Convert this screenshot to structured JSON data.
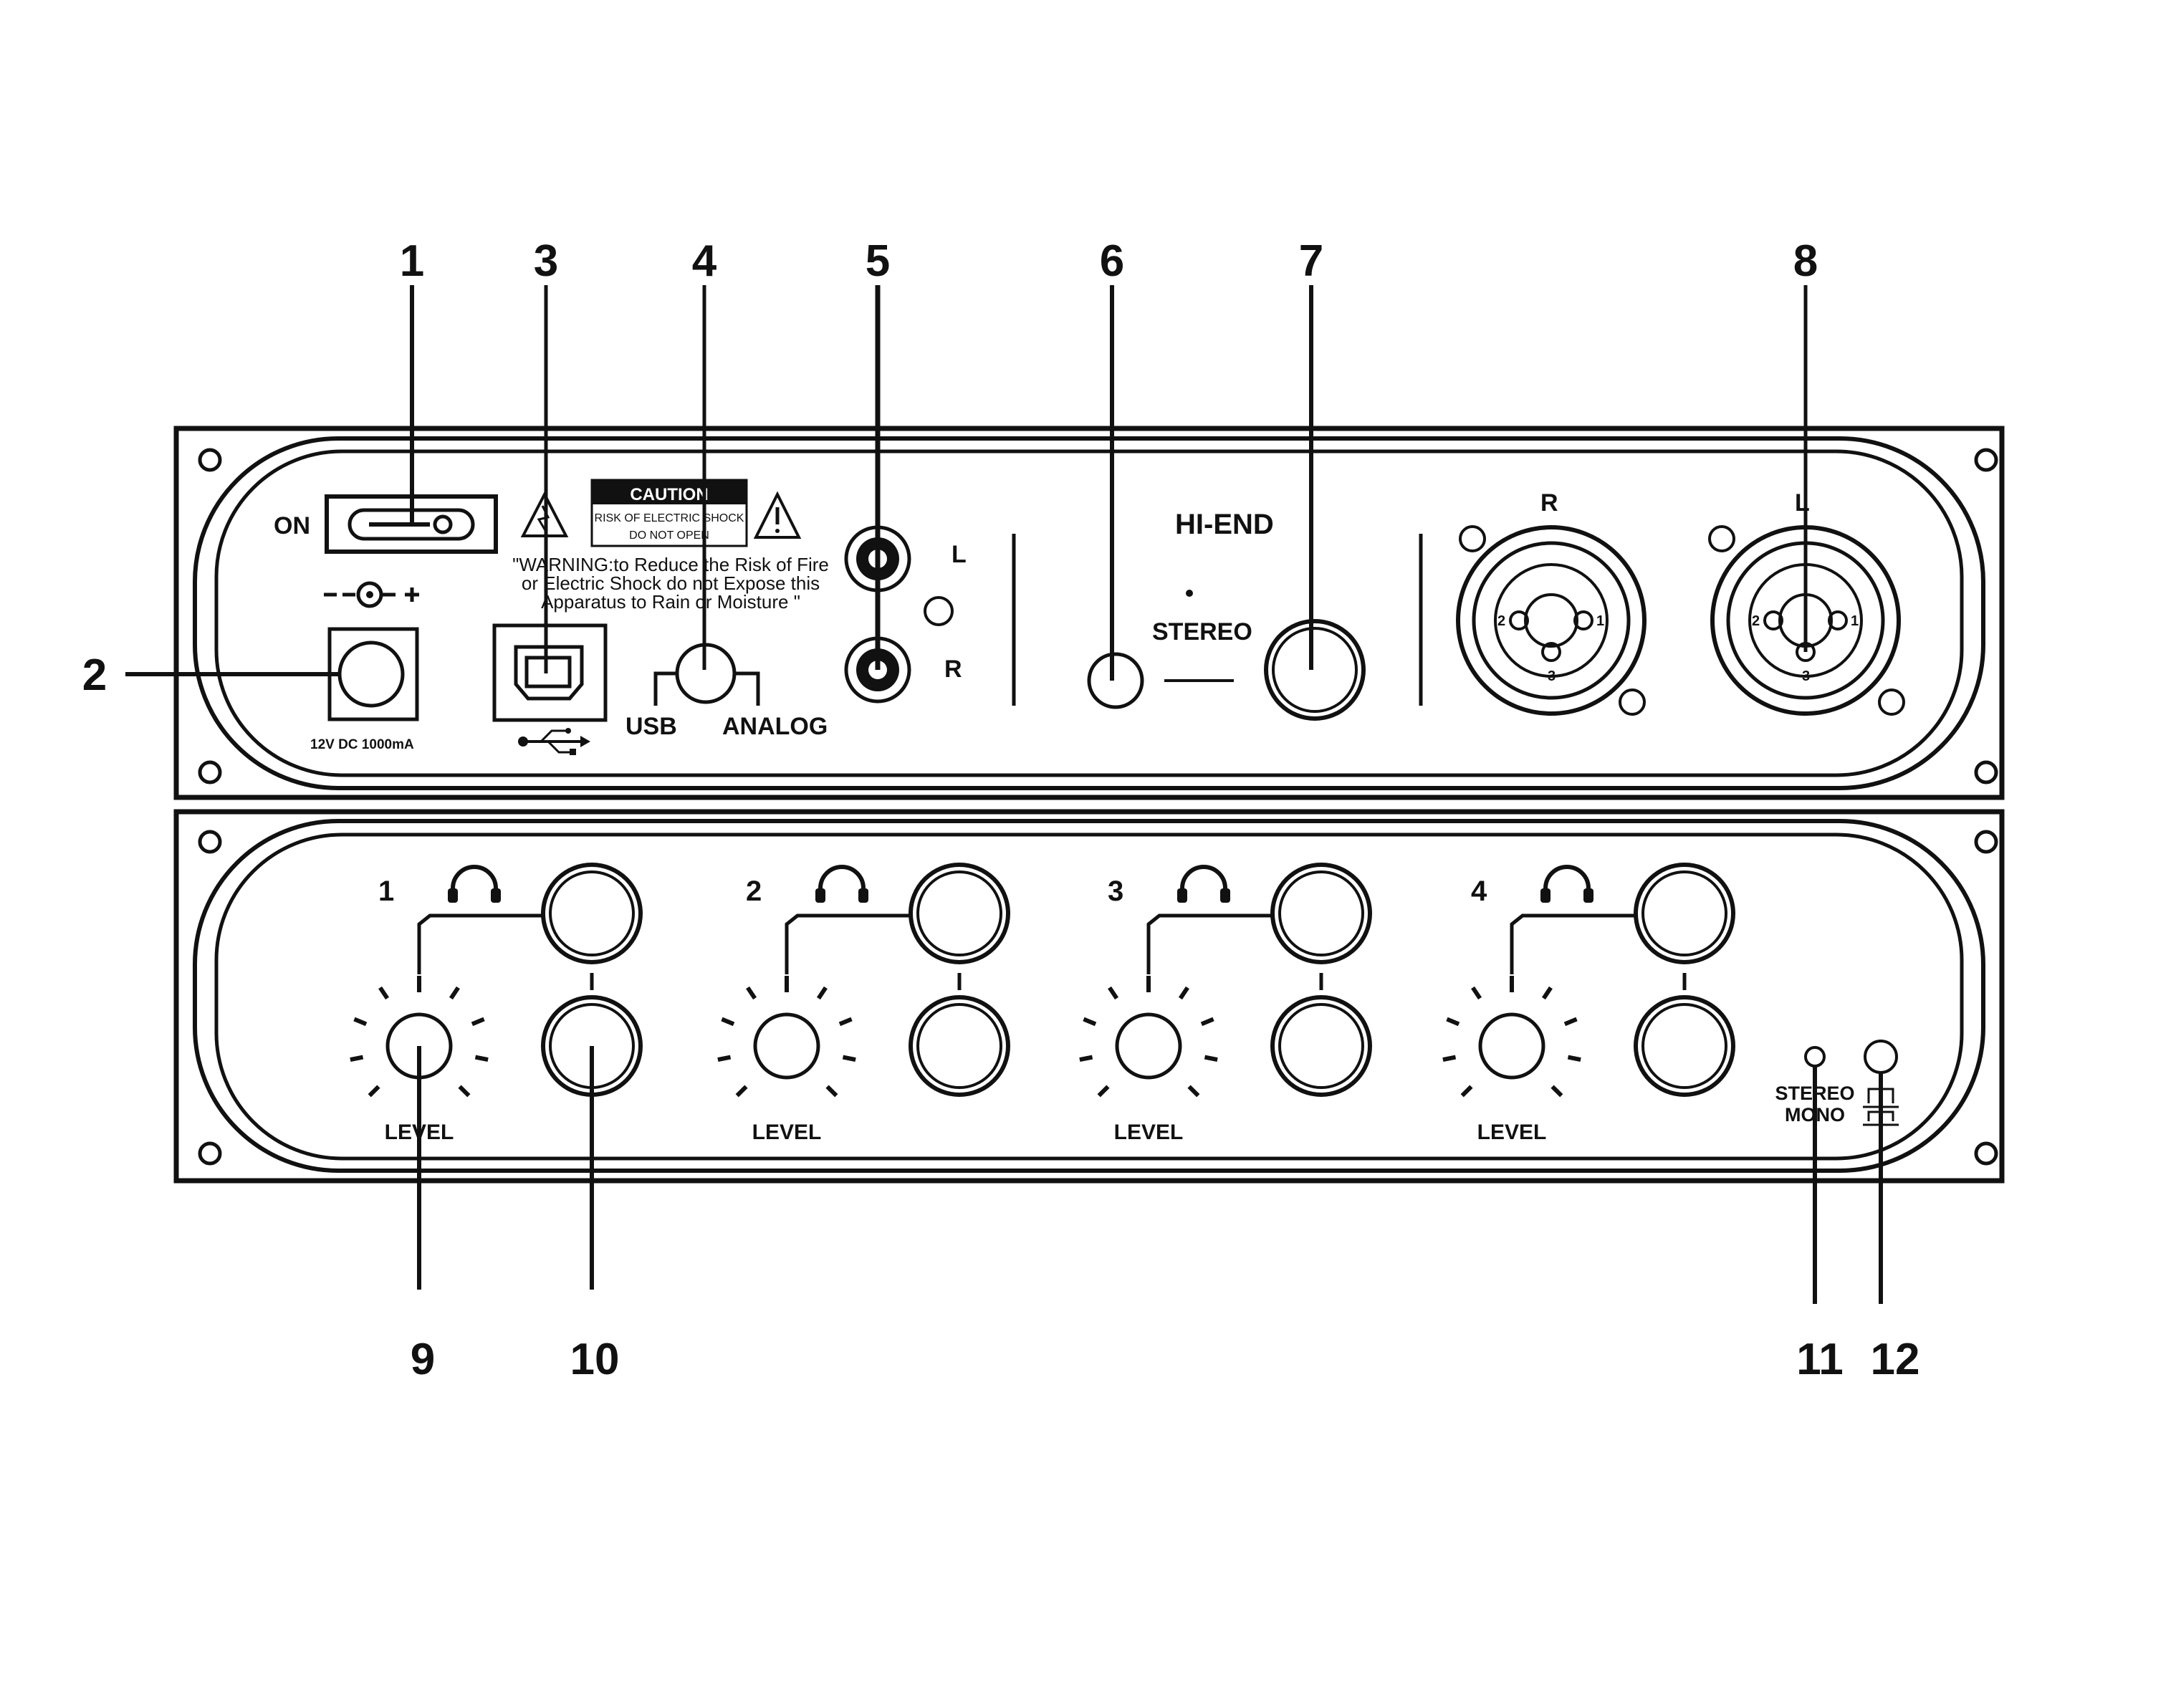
{
  "callouts": {
    "c1": "1",
    "c2": "2",
    "c3": "3",
    "c4": "4",
    "c5": "5",
    "c6": "6",
    "c7": "7",
    "c8": "8",
    "c9": "9",
    "c10": "10",
    "c11": "11",
    "c12": "12"
  },
  "rear_panel": {
    "power_label": "ON",
    "dc_polarity": "– –⊖– +",
    "dc_spec": "12V DC 1000mA",
    "caution_title": "CAUTION",
    "caution_line1": "RISK OF ELECTRIC SHOCK",
    "caution_line2": "DO NOT OPEN",
    "warning_line1": "\"WARNING:to Reduce the Risk of Fire",
    "warning_line2": "or Electric Shock do not Expose this",
    "warning_line3": "Apparatus to Rain or Moisture \"",
    "switch_usb": "USB",
    "switch_analog": "ANALOG",
    "rca_left": "L",
    "rca_right": "R",
    "brand": "HI-END",
    "stereo": "STEREO",
    "xlr_right": "R",
    "xlr_left": "L",
    "pin1": "1",
    "pin2": "2",
    "pin3": "3"
  },
  "front_panel": {
    "channels": [
      {
        "number": "1",
        "level": "LEVEL"
      },
      {
        "number": "2",
        "level": "LEVEL"
      },
      {
        "number": "3",
        "level": "LEVEL"
      },
      {
        "number": "4",
        "level": "LEVEL"
      }
    ],
    "mode_stereo": "STEREO",
    "mode_mono": "MONO"
  }
}
